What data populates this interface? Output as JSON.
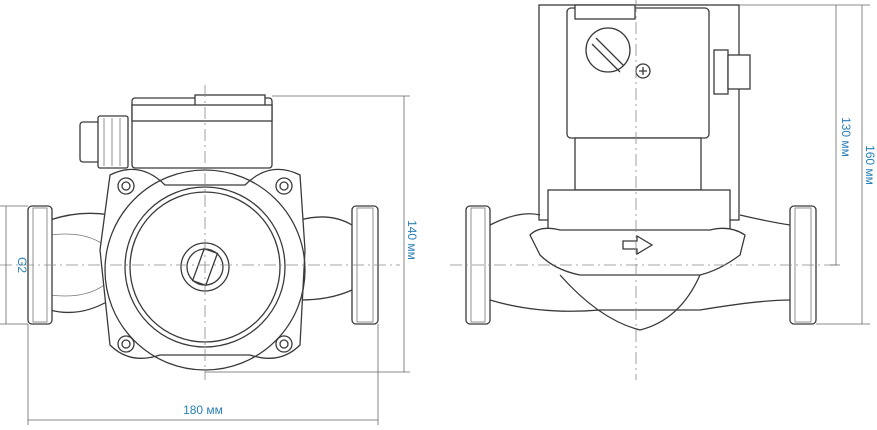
{
  "drawing": {
    "front_view": {
      "thread_label": "G2",
      "height_label": "140 мм",
      "width_label": "180 мм"
    },
    "side_view": {
      "axis_height_label": "130 мм",
      "total_height_label": "160 мм"
    },
    "colors": {
      "line": "#3a3a3a",
      "dimension_text": "#2a7fb8"
    }
  }
}
